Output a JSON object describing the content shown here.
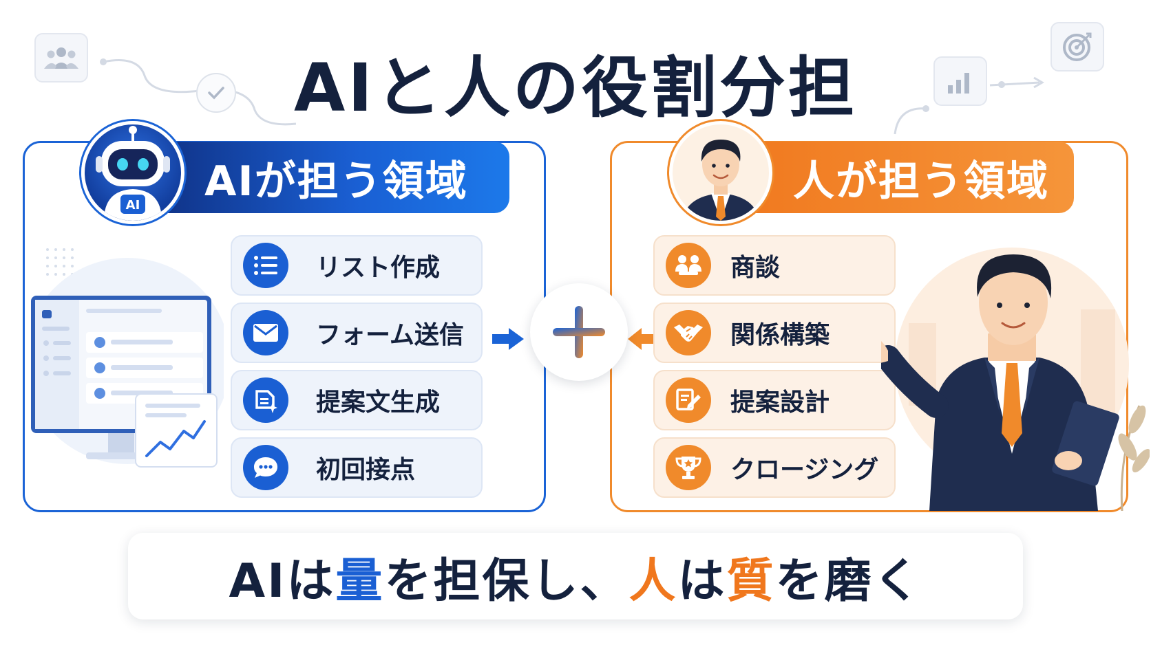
{
  "title": "AIと人の役割分担",
  "ai_section": {
    "heading": "AIが担う領域",
    "badge": "AI",
    "items": [
      {
        "label": "リスト作成",
        "icon": "list-icon"
      },
      {
        "label": "フォーム送信",
        "icon": "mail-icon"
      },
      {
        "label": "提案文生成",
        "icon": "document-sparkle-icon"
      },
      {
        "label": "初回接点",
        "icon": "chat-bubble-icon"
      }
    ]
  },
  "human_section": {
    "heading": "人が担う領域",
    "items": [
      {
        "label": "商談",
        "icon": "meeting-icon"
      },
      {
        "label": "関係構築",
        "icon": "handshake-icon"
      },
      {
        "label": "提案設計",
        "icon": "edit-document-icon"
      },
      {
        "label": "クロージング",
        "icon": "trophy-icon"
      }
    ]
  },
  "message": {
    "part1": "AIは",
    "part2": "量",
    "part3": "を担保し、",
    "part4": "人",
    "part5": "は",
    "part6": "質",
    "part7": "を磨く"
  },
  "colors": {
    "navy": "#14213d",
    "blue": "#1a5fd3",
    "orange": "#f0771d"
  }
}
